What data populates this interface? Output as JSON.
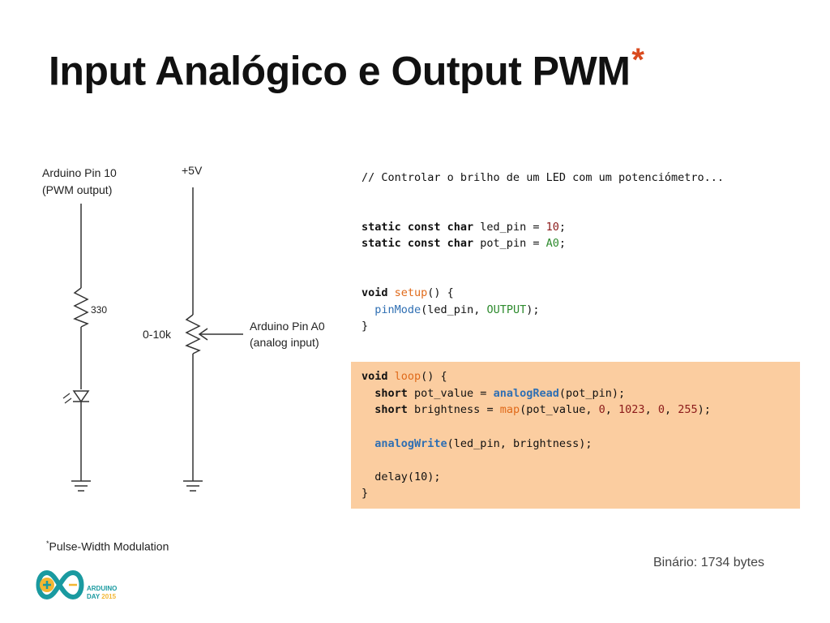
{
  "slide": {
    "title": "Input Analógico e Output PWM",
    "title_mark": "*",
    "footnote_mark": "*",
    "footnote": "Pulse-Width Modulation",
    "binary_info": "Binário: 1734 bytes"
  },
  "schematic": {
    "pin10_label_1": "Arduino Pin 10",
    "pin10_label_2": "(PWM output)",
    "resistor_label": "330",
    "supply_label": "+5V",
    "pot_label": "0-10k",
    "pinA0_label_1": "Arduino Pin A0",
    "pinA0_label_2": "(analog input)"
  },
  "code": {
    "comment": "// Controlar o brilho de um LED com um potenciómetro...",
    "line_led_kw": "static const char",
    "line_led_rest": " led_pin = ",
    "line_led_val": "10",
    "line_pot_kw": "static const char",
    "line_pot_rest": " pot_pin = ",
    "line_pot_val": "A0",
    "semicolon": ";",
    "void_kw": "void",
    "setup_fn": "setup",
    "setup_open": "() {",
    "pinmode_fn": "pinMode",
    "pinmode_args_a": "(led_pin, ",
    "pinmode_const": "OUTPUT",
    "pinmode_args_b": ");",
    "close_brace": "}",
    "loop_fn": "loop",
    "loop_open": "() {",
    "short_kw": "short",
    "pot_value_assign": " pot_value = ",
    "analogread_fn": "analogRead",
    "analogread_args": "(pot_pin);",
    "brightness_assign": " brightness = ",
    "map_fn": "map",
    "map_arg_a": "(pot_value, ",
    "map_n1": "0",
    "comma": ", ",
    "map_n2": "1023",
    "map_n3": "0",
    "map_n4": "255",
    "map_close": ");",
    "analogwrite_fn": "analogWrite",
    "analogwrite_args": "(led_pin, brightness);",
    "delay_line": "delay(10);"
  },
  "logo": {
    "line1": "ARDUINO",
    "line2": "DAY",
    "year": "2015"
  },
  "colors": {
    "highlight": "#fbcda0",
    "keyword_orange": "#e06a1a",
    "keyword_blue": "#2f6fb3",
    "number": "#8b1a1a",
    "constant": "#2e8b2e",
    "title_mark": "#d94a1e"
  }
}
